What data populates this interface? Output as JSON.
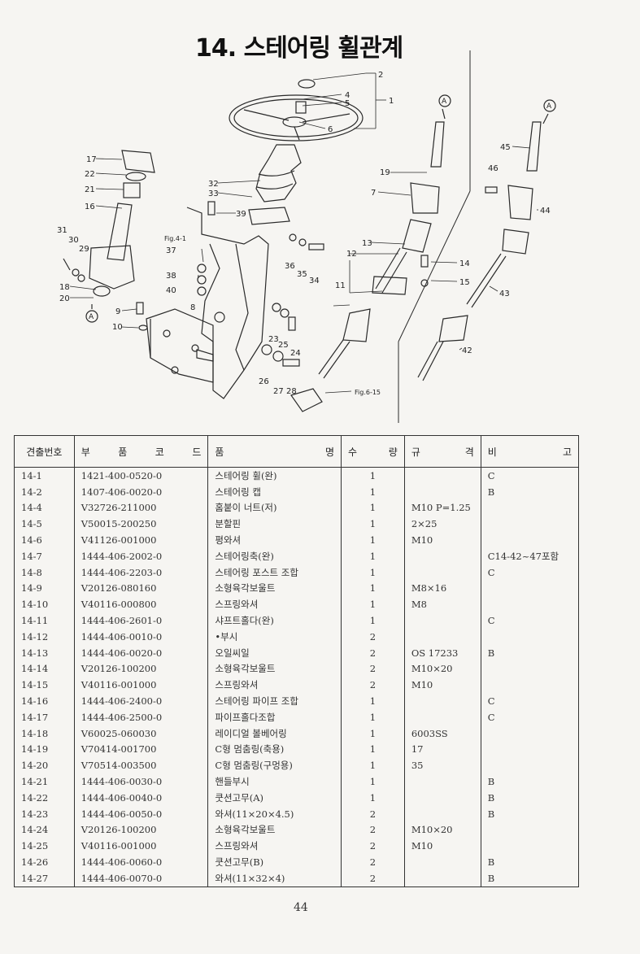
{
  "title": "14. 스테어링 휠관계",
  "diagram": {
    "callouts": [
      "1",
      "2",
      "4",
      "5",
      "6",
      "7",
      "8",
      "9",
      "10",
      "11",
      "12",
      "13",
      "14",
      "15",
      "16",
      "17",
      "18",
      "19",
      "20",
      "21",
      "22",
      "23",
      "24",
      "25",
      "26",
      "27",
      "28",
      "29",
      "30",
      "31",
      "32",
      "33",
      "34",
      "35",
      "36",
      "37",
      "38",
      "39",
      "40",
      "42",
      "43",
      "44",
      "45",
      "46"
    ],
    "markers": [
      "A",
      "A",
      "A"
    ],
    "figure_refs": [
      "Fig.4-1",
      "Fig.6-15"
    ]
  },
  "table": {
    "headers": {
      "no": "견출번호",
      "code": [
        "부",
        "품",
        "코",
        "드"
      ],
      "name": [
        "품",
        "명"
      ],
      "qty": [
        "수",
        "량"
      ],
      "spec": [
        "규",
        "격"
      ],
      "note": [
        "비",
        "고"
      ]
    },
    "rows": [
      {
        "no": "14-1",
        "code": "1421-400-0520-0",
        "name": "스테어링 휠(완)",
        "qty": "1",
        "spec": "",
        "note": "C"
      },
      {
        "no": "14-2",
        "code": "1407-406-0020-0",
        "name": "스테어링 캡",
        "qty": "1",
        "spec": "",
        "note": "B"
      },
      {
        "no": "14-4",
        "code": "V32726-211000",
        "name": "홈붙이 너트(저)",
        "qty": "1",
        "spec": "M10 P=1.25",
        "note": ""
      },
      {
        "no": "14-5",
        "code": "V50015-200250",
        "name": "분할핀",
        "qty": "1",
        "spec": "2×25",
        "note": ""
      },
      {
        "no": "14-6",
        "code": "V41126-001000",
        "name": "평와셔",
        "qty": "1",
        "spec": "M10",
        "note": ""
      },
      {
        "no": "14-7",
        "code": "1444-406-2002-0",
        "name": "스테어링축(완)",
        "qty": "1",
        "spec": "",
        "note": "C14-42~47포함"
      },
      {
        "no": "14-8",
        "code": "1444-406-2203-0",
        "name": "스테어링 포스트 조합",
        "qty": "1",
        "spec": "",
        "note": "C"
      },
      {
        "no": "14-9",
        "code": "V20126-080160",
        "name": "소형육각보울트",
        "qty": "1",
        "spec": "M8×16",
        "note": ""
      },
      {
        "no": "14-10",
        "code": "V40116-000800",
        "name": "스프링와셔",
        "qty": "1",
        "spec": "M8",
        "note": ""
      },
      {
        "no": "14-11",
        "code": "1444-406-2601-0",
        "name": "샤프트홀다(완)",
        "qty": "1",
        "spec": "",
        "note": "C"
      },
      {
        "no": "14-12",
        "code": "1444-406-0010-0",
        "name": "•부시",
        "qty": "2",
        "spec": "",
        "note": ""
      },
      {
        "no": "14-13",
        "code": "1444-406-0020-0",
        "name": "오일씨일",
        "qty": "2",
        "spec": "OS 17233",
        "note": "B"
      },
      {
        "no": "14-14",
        "code": "V20126-100200",
        "name": "소형육각보울트",
        "qty": "2",
        "spec": "M10×20",
        "note": ""
      },
      {
        "no": "14-15",
        "code": "V40116-001000",
        "name": "스프링와셔",
        "qty": "2",
        "spec": "M10",
        "note": ""
      },
      {
        "no": "14-16",
        "code": "1444-406-2400-0",
        "name": "스테어링 파이프 조합",
        "qty": "1",
        "spec": "",
        "note": "C"
      },
      {
        "no": "14-17",
        "code": "1444-406-2500-0",
        "name": "파이프홀다조합",
        "qty": "1",
        "spec": "",
        "note": "C"
      },
      {
        "no": "14-18",
        "code": "V60025-060030",
        "name": "레이디얼 볼베어링",
        "qty": "1",
        "spec": "6003SS",
        "note": ""
      },
      {
        "no": "14-19",
        "code": "V70414-001700",
        "name": "C형 멈춤링(축용)",
        "qty": "1",
        "spec": "17",
        "note": ""
      },
      {
        "no": "14-20",
        "code": "V70514-003500",
        "name": "C형 멈춤링(구멍용)",
        "qty": "1",
        "spec": "35",
        "note": ""
      },
      {
        "no": "14-21",
        "code": "1444-406-0030-0",
        "name": "핸들부시",
        "qty": "1",
        "spec": "",
        "note": "B"
      },
      {
        "no": "14-22",
        "code": "1444-406-0040-0",
        "name": "쿳션고무(A)",
        "qty": "1",
        "spec": "",
        "note": "B"
      },
      {
        "no": "14-23",
        "code": "1444-406-0050-0",
        "name": "와셔(11×20×4.5)",
        "qty": "2",
        "spec": "",
        "note": "B"
      },
      {
        "no": "14-24",
        "code": "V20126-100200",
        "name": "소형육각보울트",
        "qty": "2",
        "spec": "M10×20",
        "note": ""
      },
      {
        "no": "14-25",
        "code": "V40116-001000",
        "name": "스프링와셔",
        "qty": "2",
        "spec": "M10",
        "note": ""
      },
      {
        "no": "14-26",
        "code": "1444-406-0060-0",
        "name": "쿳션고무(B)",
        "qty": "2",
        "spec": "",
        "note": "B"
      },
      {
        "no": "14-27",
        "code": "1444-406-0070-0",
        "name": "와셔(11×32×4)",
        "qty": "2",
        "spec": "",
        "note": "B"
      }
    ]
  },
  "page_number": "44"
}
